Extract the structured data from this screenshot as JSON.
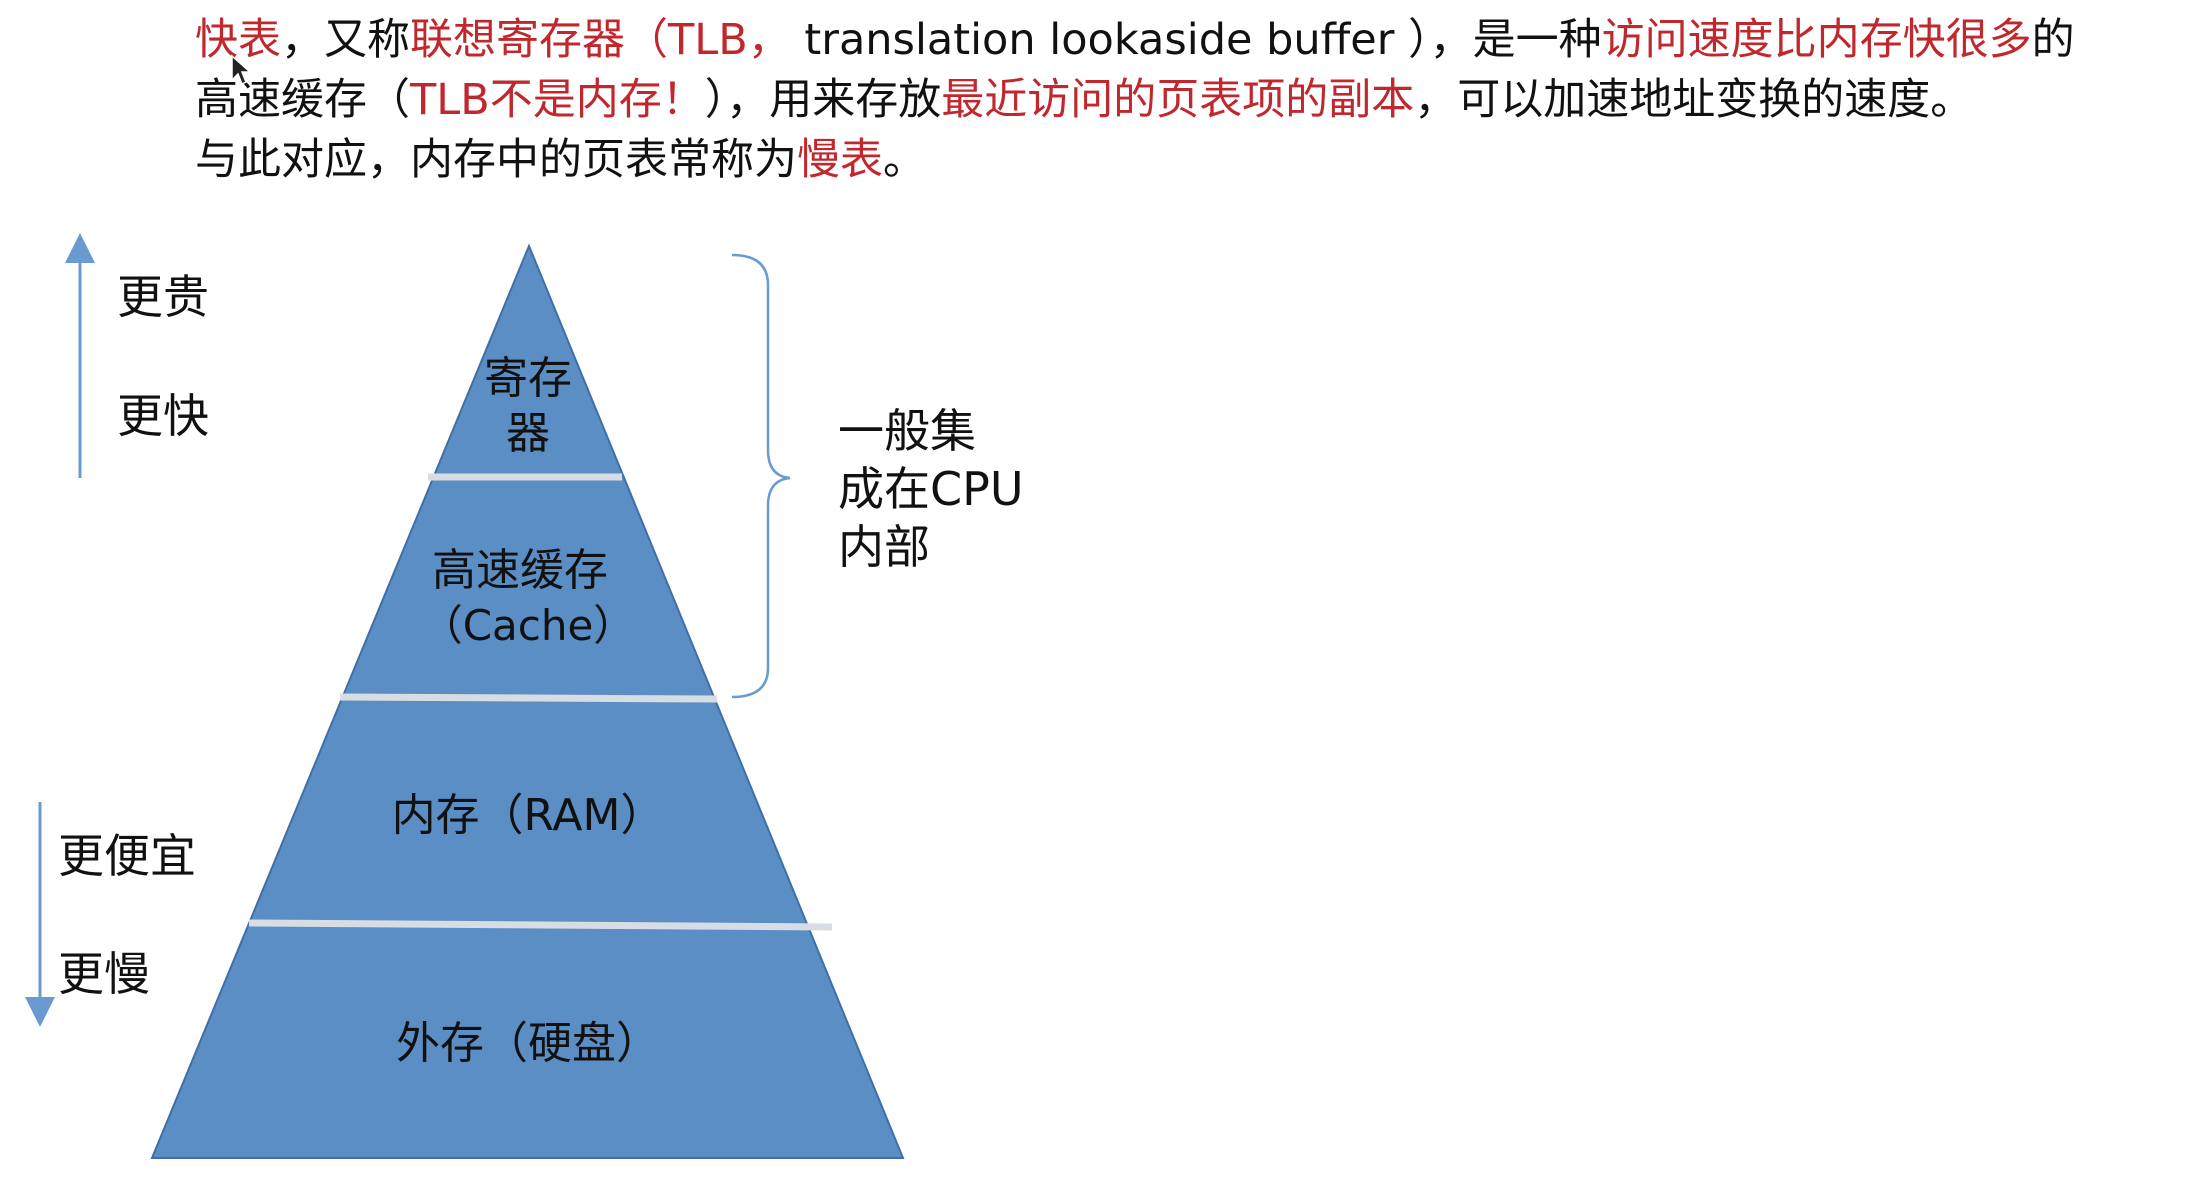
{
  "intro": {
    "lines": [
      [
        {
          "text": "快表",
          "highlight": true
        },
        {
          "text": "，又称",
          "highlight": false
        },
        {
          "text": "联想寄存器（TLB，",
          "highlight": true
        },
        {
          "text": " translation lookaside buffer ），是一种",
          "highlight": false
        },
        {
          "text": "访问速度比内存快很多",
          "highlight": true
        },
        {
          "text": "的",
          "highlight": false
        }
      ],
      [
        {
          "text": "高速缓存（",
          "highlight": false
        },
        {
          "text": "TLB不是内存！",
          "highlight": true
        },
        {
          "text": "），用来存放",
          "highlight": false
        },
        {
          "text": "最近访问的页表项的副本",
          "highlight": true
        },
        {
          "text": "，可以加速地址变换的速度。",
          "highlight": false
        }
      ],
      [
        {
          "text": "与此对应，内存中的页表常称为",
          "highlight": false
        },
        {
          "text": "慢表",
          "highlight": true
        },
        {
          "text": "。",
          "highlight": false
        }
      ]
    ]
  },
  "pyramid": {
    "levels": [
      {
        "lines": [
          "寄存",
          "器"
        ]
      },
      {
        "lines": [
          "高速缓存",
          "（Cache）"
        ]
      },
      {
        "lines": [
          "内存（RAM）"
        ]
      },
      {
        "lines": [
          "外存（硬盘）"
        ]
      }
    ],
    "fill_color": "#5b8ec5",
    "edge_color": "#3f6fa6",
    "divider_color": "#d8dde3"
  },
  "side_labels": {
    "top": [
      "更贵",
      "更快"
    ],
    "bottom": [
      "更便宜",
      "更慢"
    ],
    "arrow_color": "#6a9bd0"
  },
  "bracket": {
    "lines": [
      "一般集",
      "成在CPU",
      "内部"
    ],
    "color": "#6a9bd0"
  },
  "colors": {
    "highlight": "#c0282d",
    "text": "#111111"
  }
}
